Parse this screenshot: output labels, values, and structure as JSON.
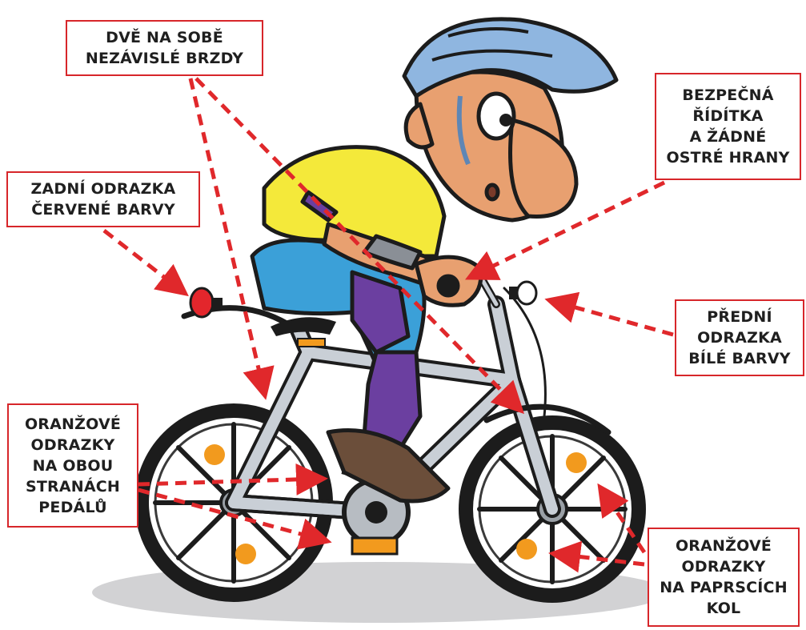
{
  "labels": {
    "brakes": [
      "DVĚ NA SOBĚ",
      "NEZÁVISLÉ BRZDY"
    ],
    "handlebar": [
      "BEZPEČNÁ",
      "ŘÍDÍTKA",
      "A ŽÁDNÉ",
      "OSTRÉ HRANY"
    ],
    "rear_reflector": [
      "ZADNÍ ODRAZKA",
      "ČERVENÉ BARVY"
    ],
    "front_reflector": [
      "PŘEDNÍ",
      "ODRAZKA",
      "BÍLÉ BARVY"
    ],
    "pedal_reflectors": [
      "ORANŽOVÉ",
      "ODRAZKY",
      "NA OBOU",
      "STRANÁCH",
      "PEDÁLŮ"
    ],
    "spoke_reflectors": [
      "ORANŽOVÉ",
      "ODRAZKY",
      "NA PAPRSCÍCH",
      "KOL"
    ]
  },
  "colors": {
    "arrow": "#e0282b",
    "box_border": "#d7262a",
    "text": "#1f1f1f",
    "helmet": "#8fb6e0",
    "shirt": "#f4e93a",
    "pants": "#3ba0d8",
    "pants_patch": "#6b3fa0",
    "skin": "#e8a070",
    "frame": "#c9cfd6",
    "tire": "#1c1c1c",
    "reflector_orange": "#f29a1e",
    "reflector_red": "#e3262c",
    "shadow": "#d2d2d4"
  }
}
